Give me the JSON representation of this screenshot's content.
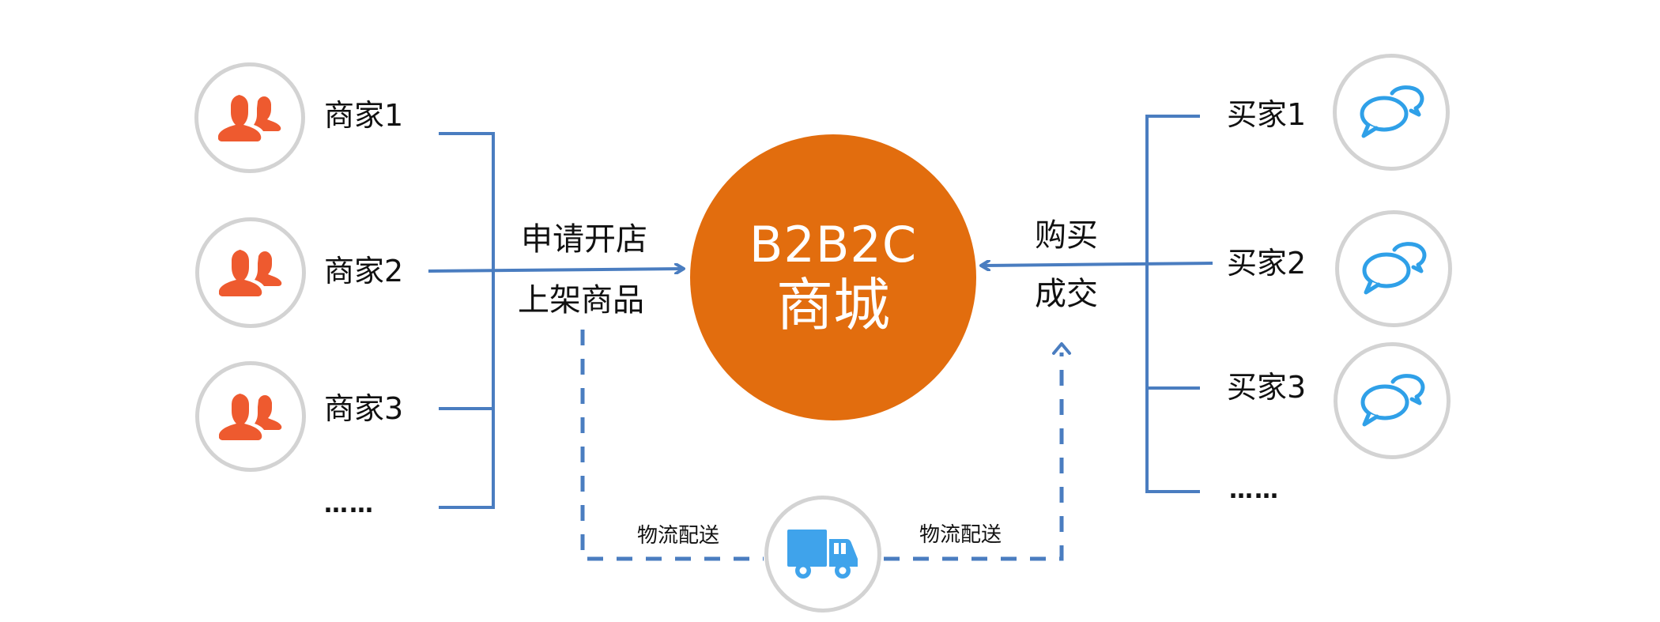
{
  "colors": {
    "line": "#4a7dc0",
    "hub": "#e26d0e",
    "merchant_icon": "#ee5a2f",
    "buyer_icon": "#2fa0e8",
    "truck_icon": "#3fa3eb",
    "circle_border": "#d3d3d3",
    "text": "#111111"
  },
  "hub": {
    "line1": "B2B2C",
    "line2": "商城"
  },
  "merchants": {
    "items": [
      {
        "label": "商家1",
        "icon": "users-icon"
      },
      {
        "label": "商家2",
        "icon": "users-icon"
      },
      {
        "label": "商家3",
        "icon": "users-icon"
      }
    ],
    "more": "……"
  },
  "buyers": {
    "items": [
      {
        "label": "买家1",
        "icon": "chat-bubbles-icon"
      },
      {
        "label": "买家2",
        "icon": "chat-bubbles-icon"
      },
      {
        "label": "买家3",
        "icon": "chat-bubbles-icon"
      }
    ],
    "more": "……"
  },
  "flows": {
    "merchant_to_hub": {
      "top": "申请开店",
      "bottom": "上架商品"
    },
    "buyer_to_hub": {
      "top": "购买",
      "bottom": "成交"
    },
    "logistics_left": "物流配送",
    "logistics_right": "物流配送",
    "logistics_icon": "truck-icon"
  }
}
